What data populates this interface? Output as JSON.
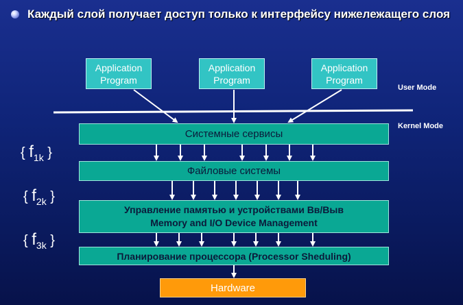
{
  "title": "Каждый слой получает доступ только к интерфейсу нижележащего слоя",
  "app_programs": [
    "Application\nProgram",
    "Application\nProgram",
    "Application\nProgram"
  ],
  "modes": {
    "user": "User Mode",
    "kernel": "Kernel Mode"
  },
  "layers": {
    "system_services": "Системные сервисы",
    "file_systems": "Файловые системы",
    "memory_line1": "Управление памятью и устройствами Вв/Выв",
    "memory_line2": "Memory and I/O Device Management",
    "scheduling": "Планирование процессора (Processor Sheduling)",
    "hardware": "Hardware"
  },
  "functions": [
    {
      "open": "{",
      "symbol": "f",
      "sub": "1k",
      "close": "}"
    },
    {
      "open": "{",
      "symbol": "f",
      "sub": "2k",
      "close": "}"
    },
    {
      "open": "{",
      "symbol": "f",
      "sub": "3k",
      "close": "}"
    }
  ],
  "colors": {
    "app_box": "#32c4c4",
    "layer_box": "#0aa894",
    "hardware_box": "#ff9a0a",
    "background": "#0f2478"
  }
}
